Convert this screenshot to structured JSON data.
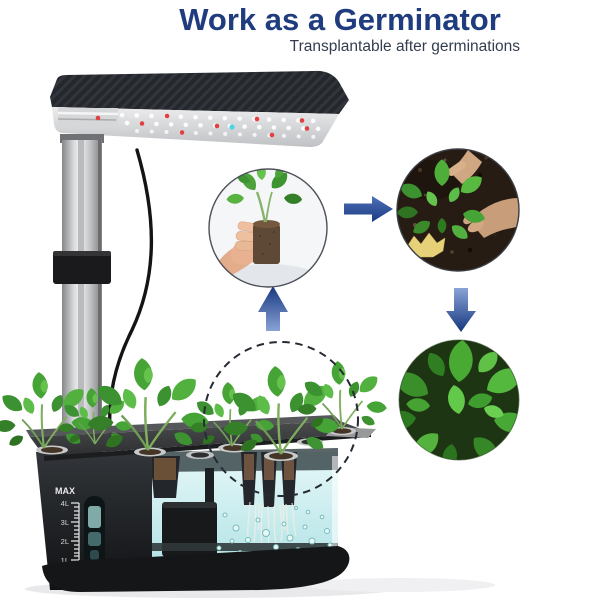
{
  "header": {
    "title": "Work as a Germinator",
    "subtitle": "Transplantable after germinations"
  },
  "device": {
    "label": "hydroponic-indoor-garden-germinator",
    "water_gauge": {
      "max_label": "MAX",
      "level_labels": [
        "4L",
        "3L",
        "2L",
        "1L"
      ]
    }
  },
  "process": {
    "step1_icon": "seedling-in-grow-sponge-photo",
    "step2_icon": "transplanting-seedling-into-soil-photo",
    "step3_icon": "mature-basil-plant-photo",
    "flow": [
      "device-plant",
      "seedling-plug",
      "transplant-to-soil",
      "grown-plant"
    ]
  },
  "colors": {
    "title": "#1f3c7e",
    "subtitle": "#333d4f",
    "arrow_blue": "#24479c",
    "water_cyan": "#cdeef0",
    "background": "#ffffff"
  }
}
